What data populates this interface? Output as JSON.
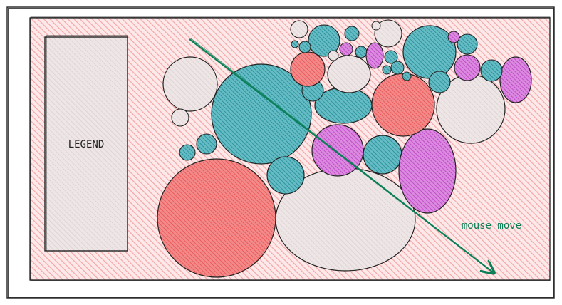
{
  "legend": {
    "label": "LEGEND"
  },
  "annotation": {
    "label": "mouse move"
  },
  "colors": {
    "background_hatch": "#f3a6a6",
    "outline": "#222222",
    "red": "#f06a6a",
    "teal": "#2d9aa5",
    "purple": "#c84fd0",
    "gray": "#e6dcdc",
    "arrow": "#0a7f57"
  },
  "bubbles": [
    {
      "kind": "gray",
      "color_name": "gray"
    },
    {
      "kind": "teal",
      "color_name": "teal"
    },
    {
      "kind": "red",
      "color_name": "red"
    },
    {
      "kind": "purple",
      "color_name": "purple"
    }
  ]
}
